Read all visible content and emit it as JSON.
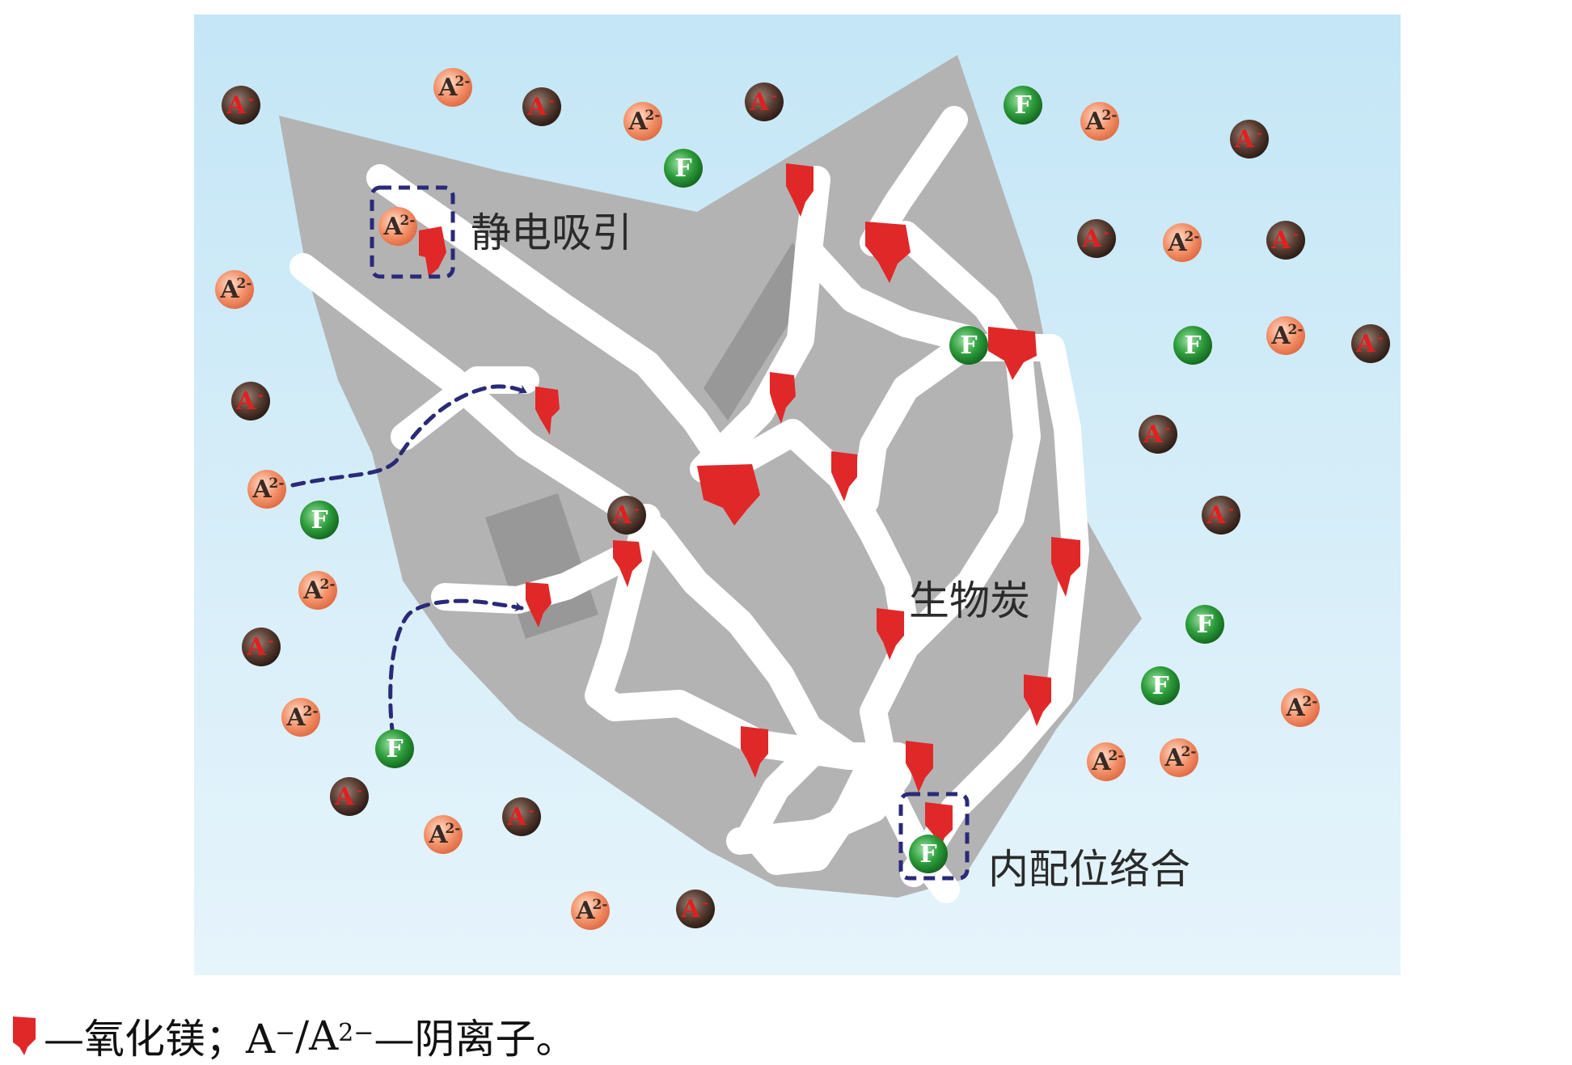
{
  "labels": {
    "electrostatic": "静电吸引",
    "biochar": "生物炭",
    "inner_sphere": "内配位络合"
  },
  "ions": {
    "a_monovalent": {
      "letter": "A",
      "charge": "-",
      "icon": "dark-ion-sphere",
      "fill": "#5a3e33",
      "text_color": "#e02020"
    },
    "a_divalent": {
      "letter": "A",
      "charge": "2-",
      "icon": "orange-ion-sphere",
      "fill": "#f4956e",
      "text_color": "#3a2a22"
    },
    "fluoride": {
      "letter": "F",
      "charge": "",
      "icon": "green-ion-sphere",
      "fill": "#2e9e3c",
      "text_color": "#ffffff"
    }
  },
  "legend": {
    "mgo_text": "—氧化镁；A",
    "anion_sep": "/A",
    "anion_sup1": "−",
    "anion_sup2": "2−",
    "anion_text": "—阴离子。"
  },
  "colors": {
    "background_top": "#c4e6f6",
    "background_bottom": "#e6f4fb",
    "biochar": "#b4b3b3",
    "pore": "#ffffff",
    "mgo": "#e02828",
    "arrow": "#2a2a78"
  }
}
